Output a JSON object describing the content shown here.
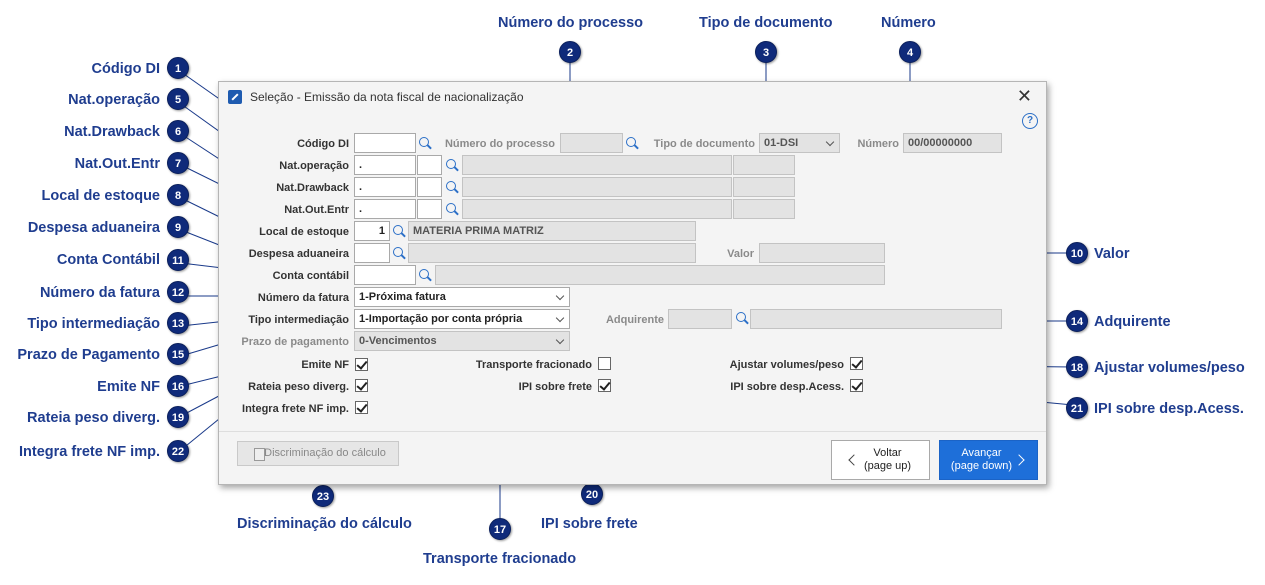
{
  "annotations": {
    "1": "Código DI",
    "2": "Número do processo",
    "3": "Tipo de documento",
    "4": "Número",
    "5": "Nat.operação",
    "6": "Nat.Drawback",
    "7": "Nat.Out.Entr",
    "8": "Local de estoque",
    "9": "Despesa aduaneira",
    "10": "Valor",
    "11": "Conta Contábil",
    "12": "Número da fatura",
    "13": "Tipo intermediação",
    "14": "Adquirente",
    "15": "Prazo de Pagamento",
    "16": "Emite NF",
    "17": "Transporte fracionado",
    "18": "Ajustar volumes/peso",
    "19": "Rateia peso diverg.",
    "20": "IPI sobre frete",
    "21": "IPI sobre desp.Acess.",
    "22": "Integra frete NF imp.",
    "23": "Discriminação do cálculo"
  },
  "badges": [
    "1",
    "2",
    "3",
    "4",
    "5",
    "6",
    "7",
    "8",
    "9",
    "10",
    "11",
    "12",
    "13",
    "14",
    "15",
    "16",
    "17",
    "18",
    "19",
    "20",
    "21",
    "22",
    "23"
  ],
  "dialog": {
    "title": "Seleção - Emissão da nota fiscal de nacionalização",
    "help_glyph": "?",
    "close_glyph": "✕"
  },
  "form": {
    "codigo_di_label": "Código DI",
    "numero_processo_label": "Número do processo",
    "tipo_documento_label": "Tipo de documento",
    "tipo_documento_value": "01-DSI",
    "numero_label": "Número",
    "numero_value": "00/00000000",
    "nat_operacao_label": "Nat.operação",
    "nat_operacao_value": ".",
    "nat_drawback_label": "Nat.Drawback",
    "nat_drawback_value": ".",
    "nat_out_entr_label": "Nat.Out.Entr",
    "nat_out_entr_value": ".",
    "local_estoque_label": "Local de estoque",
    "local_estoque_code": "1",
    "local_estoque_desc": "MATERIA PRIMA MATRIZ",
    "despesa_aduaneira_label": "Despesa aduaneira",
    "valor_label": "Valor",
    "conta_contabil_label": "Conta contábil",
    "numero_fatura_label": "Número da fatura",
    "numero_fatura_value": "1-Próxima fatura",
    "tipo_intermediacao_label": "Tipo intermediação",
    "tipo_intermediacao_value": "1-Importação por conta própria",
    "adquirente_label": "Adquirente",
    "prazo_pagamento_label": "Prazo de pagamento",
    "prazo_pagamento_value": "0-Vencimentos",
    "emite_nf_label": "Emite NF",
    "rateia_peso_label": "Rateia peso diverg.",
    "integra_frete_label": "Integra frete NF imp.",
    "transporte_fracionado_label": "Transporte fracionado",
    "ipi_frete_label": "IPI sobre frete",
    "ajustar_volumes_label": "Ajustar volumes/peso",
    "ipi_desp_label": "IPI sobre desp.Acess."
  },
  "buttons": {
    "discriminacao": "Discriminação do cálculo",
    "voltar_line1": "Voltar",
    "voltar_line2": "(page up)",
    "avancar_line1": "Avançar",
    "avancar_line2": "(page down)"
  },
  "colors": {
    "badge": "#0f2a7a",
    "annotation_text": "#1f3d8f",
    "primary_button": "#1e6fd9",
    "search_icon": "#2b6fc7"
  }
}
